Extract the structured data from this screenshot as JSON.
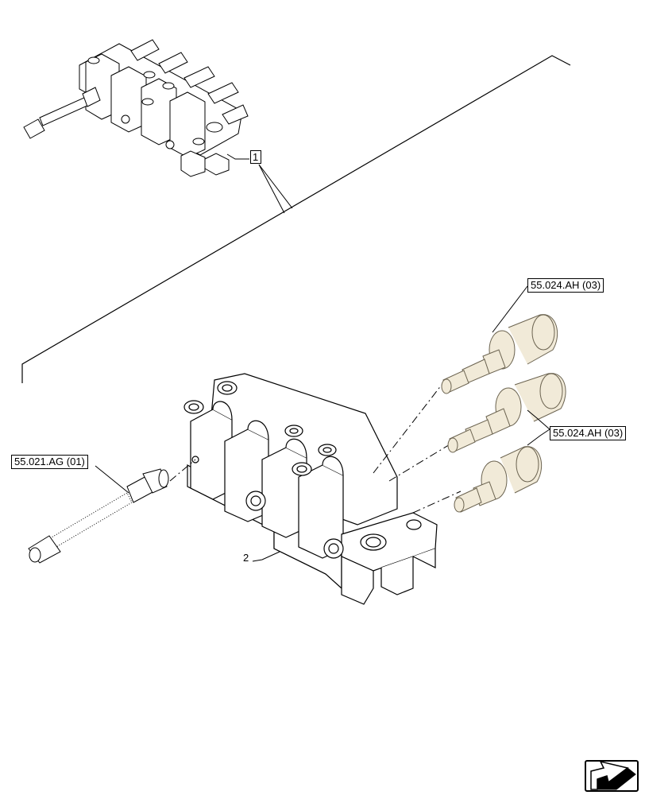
{
  "callouts": {
    "assembly_ref": "1",
    "valve_block_ref": "2",
    "solenoid_top": "55.024.AH (03)",
    "solenoid_group": "55.024.AH (03)",
    "sensor": "55.021.AG (01)"
  },
  "colors": {
    "line": "#000000",
    "solenoid_fill": "#f1ead8",
    "solenoid_stroke": "#6b6350",
    "nav_fill": "#e8e8e8"
  },
  "nav": {
    "icon": "arrow-next-icon"
  }
}
